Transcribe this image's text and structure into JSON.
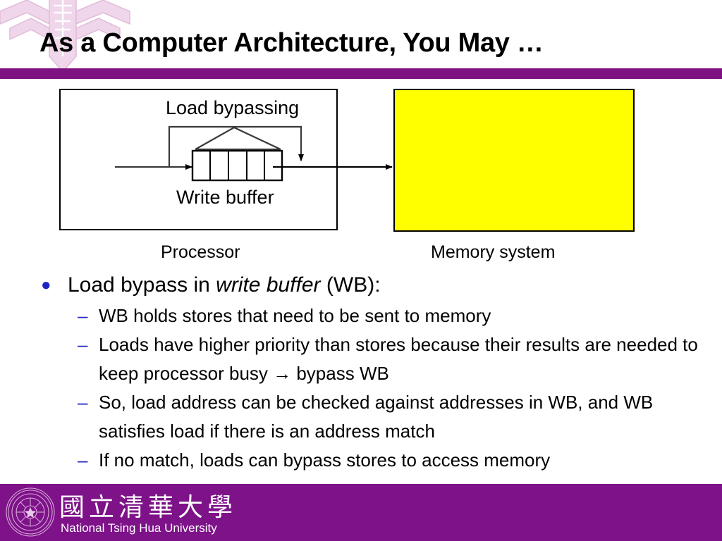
{
  "slide": {
    "title": "As a Computer Architecture, You May …",
    "accent_color_title_rule": "#7d1280",
    "accent_color_footer": "#7d1289",
    "bullet_color": "#1f24c4",
    "memory_box_color": "#ffff00",
    "background": "#ffffff"
  },
  "diagram": {
    "load_bypassing_label": "Load bypassing",
    "write_buffer_label": "Write buffer",
    "processor_label": "Processor",
    "memory_system_label": "Memory system",
    "write_buffer_cells": 5
  },
  "body": {
    "bullets": [
      {
        "level": 1,
        "marker": "●",
        "segments": [
          {
            "text": "Load bypass in ",
            "italic": false
          },
          {
            "text": "write buffer",
            "italic": true
          },
          {
            "text": " (WB):",
            "italic": false
          }
        ]
      },
      {
        "level": 2,
        "marker": "–",
        "text": "WB holds stores that need to be sent to memory"
      },
      {
        "level": 2,
        "marker": "–",
        "text": "Loads have higher priority than stores because their results are needed to keep processor busy → bypass WB"
      },
      {
        "level": 2,
        "marker": "–",
        "text": "So, load address can be checked against addresses in WB, and WB satisfies load if there is an address match"
      },
      {
        "level": 2,
        "marker": "–",
        "text": "If no match, loads can bypass stores to access memory"
      }
    ]
  },
  "footer": {
    "chinese_name": "國立清華大學",
    "english_name": "National Tsing Hua University",
    "seal_text": "TSING HUA UNIVERSITY"
  }
}
